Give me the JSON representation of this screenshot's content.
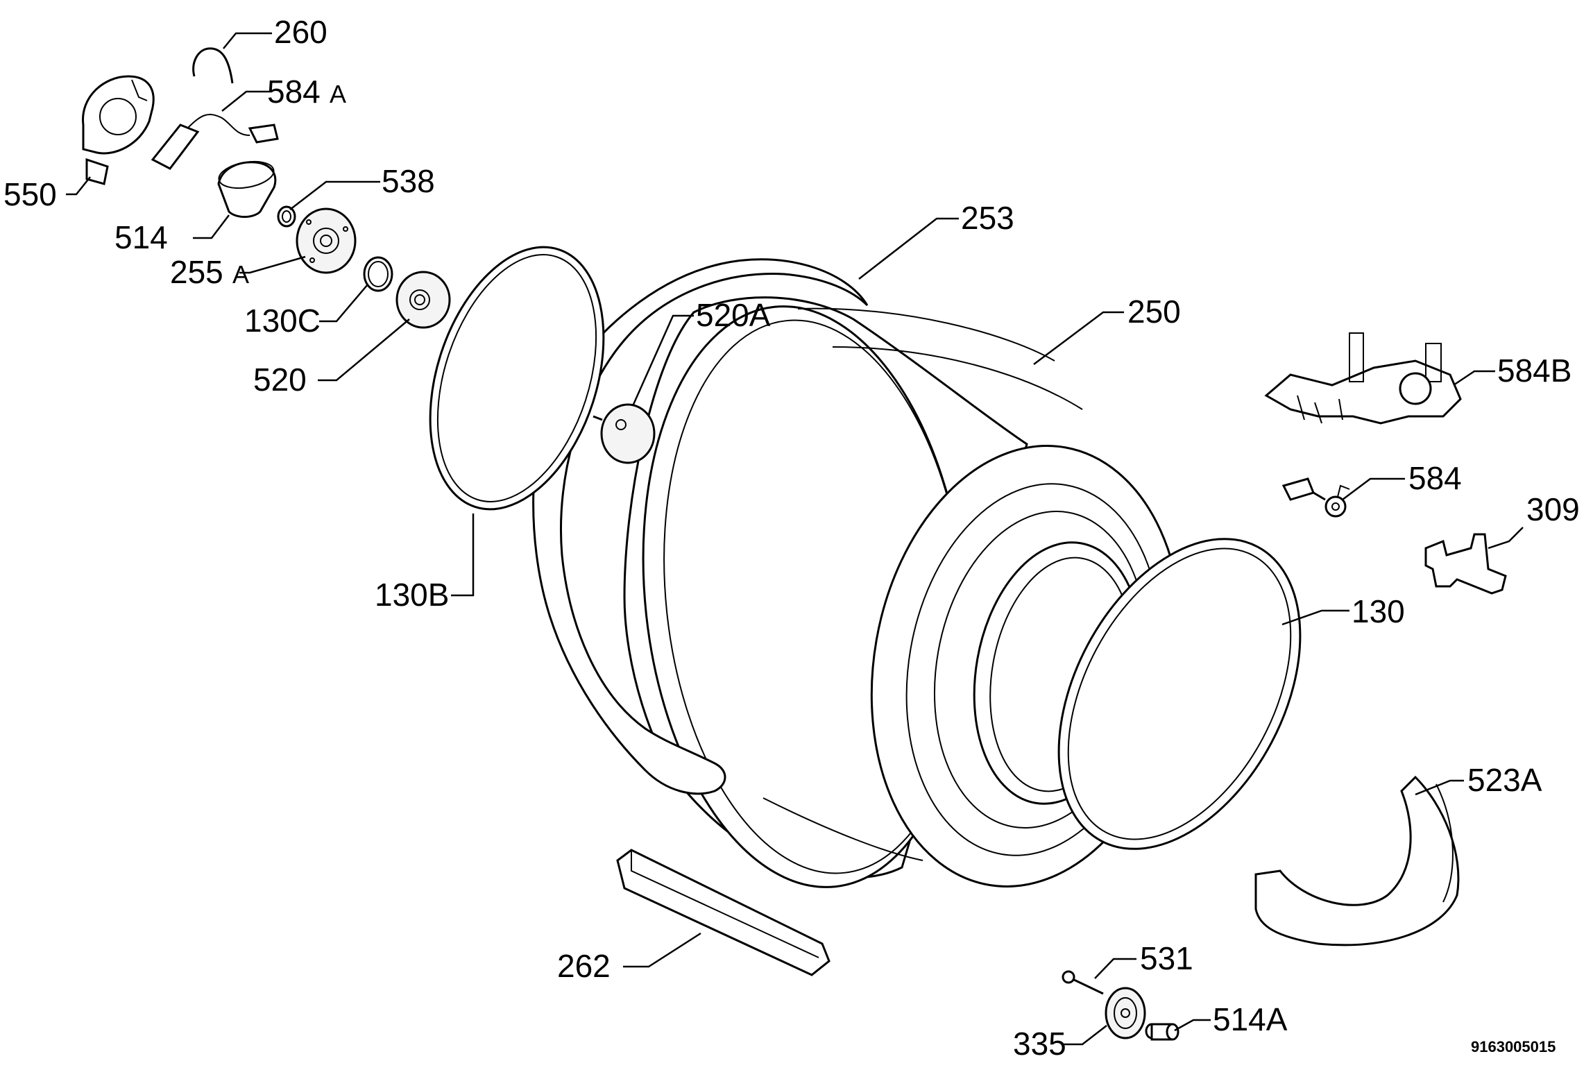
{
  "labels": {
    "l260": "260",
    "l584a": "584",
    "l584a_suffix": "A",
    "l550": "550",
    "l538": "538",
    "l514": "514",
    "l255a": "255",
    "l255a_suffix": "A",
    "l130c": "130C",
    "l520": "520",
    "l253": "253",
    "l520a": "520A",
    "l250": "250",
    "l584b": "584B",
    "l584": "584",
    "l309": "309",
    "l130b": "130B",
    "l130": "130",
    "l523a": "523A",
    "l262": "262",
    "l531": "531",
    "l335": "335",
    "l514a": "514A"
  },
  "document_number": "9163005015"
}
